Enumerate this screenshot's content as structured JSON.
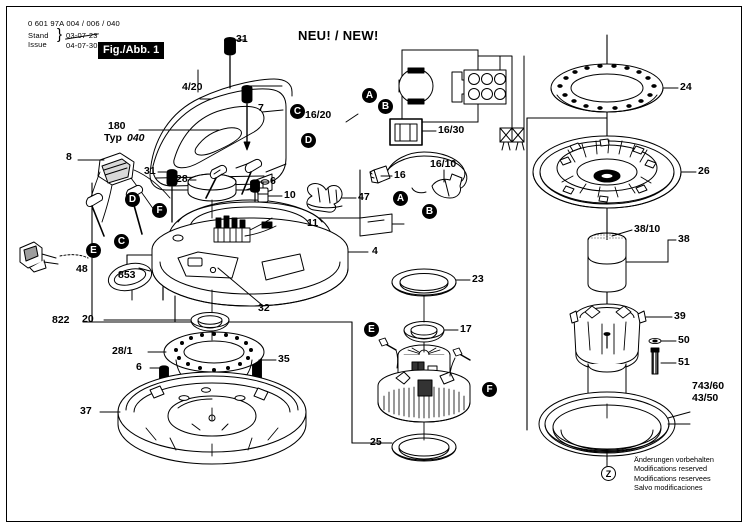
{
  "header": {
    "part_number": "0 601 97A 004 / 006 / 040",
    "stand_label": "Stand",
    "issue_label": "Issue",
    "brace": "}",
    "old_date": "03-07-23",
    "date": "04-07-30",
    "figure": "Fig./Abb. 1",
    "new_banner": "NEU! / NEW!"
  },
  "footer": {
    "marker": "Z",
    "lines": [
      "Änderungen vorbehalten",
      "Modifications reserved",
      "Modifications reservees",
      "Salvo modificaciones"
    ]
  },
  "callouts": {
    "item_4_20": "4/20",
    "item_180": "180",
    "item_typ_label": "Typ",
    "item_typ_value": "040",
    "item_7": "7",
    "item_8": "8",
    "item_31a": "31",
    "item_31b": "31",
    "item_28": "28",
    "item_6a": "6",
    "item_10": "10",
    "item_11": "11",
    "item_4": "4",
    "item_32": "32",
    "item_47": "47",
    "item_48": "48",
    "item_853": "853",
    "item_822": "822",
    "item_20": "20",
    "item_28_1": "28/1",
    "item_6b": "6",
    "item_35": "35",
    "item_37": "37",
    "item_16_20": "16/20",
    "item_16_30": "16/30",
    "item_16": "16",
    "item_16_10": "16/10",
    "item_23": "23",
    "item_17": "17",
    "item_25": "25",
    "item_24": "24",
    "item_26": "26",
    "item_38_10": "38/10",
    "item_38": "38",
    "item_39": "39",
    "item_50": "50",
    "item_51": "51",
    "item_743_60": "743/60",
    "item_43_50": "43/50"
  },
  "letters": {
    "a_top": "A",
    "b_top": "B",
    "c_left": "C",
    "d_top": "D",
    "d_left": "D",
    "a_cord": "A",
    "b_cord": "B",
    "e_left": "E",
    "f_left": "F",
    "e_motor": "E",
    "f_motor": "F",
    "c_mid": "C"
  },
  "colors": {
    "ink": "#000000",
    "paper": "#ffffff",
    "fill_light": "#f2f2f2",
    "fill_mid": "#d9d9d9",
    "fill_dark": "#4d4d4d"
  }
}
